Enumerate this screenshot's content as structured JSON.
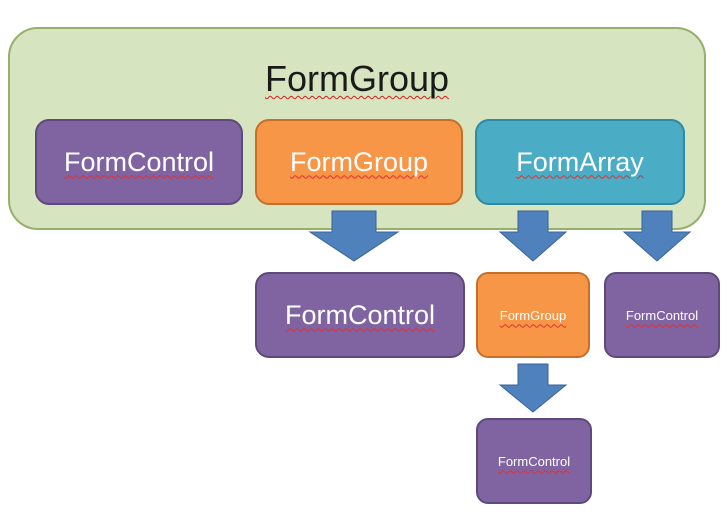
{
  "diagram": {
    "root": {
      "label": "FormGroup"
    },
    "children": [
      {
        "label": "FormControl"
      },
      {
        "label": "FormGroup"
      },
      {
        "label": "FormArray"
      }
    ],
    "nested": {
      "group_child": {
        "label": "FormControl"
      },
      "array_children": [
        {
          "label": "FormGroup"
        },
        {
          "label": "FormControl"
        }
      ],
      "array_group_child": {
        "label": "FormControl"
      }
    },
    "colors": {
      "root_fill": "#d6e4bf",
      "form_control": "#8064a2",
      "form_group": "#f79646",
      "form_array": "#4bacc6",
      "arrow": "#4f81bd"
    }
  }
}
